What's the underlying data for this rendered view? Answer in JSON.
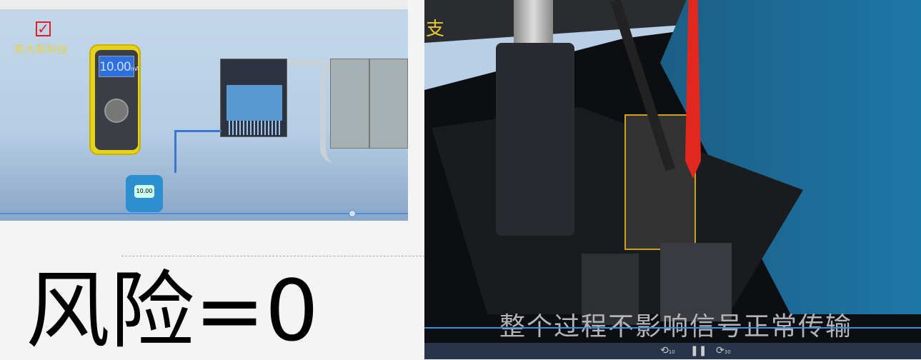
{
  "left_frame": {
    "logo_text": "新大新科技",
    "meter_reading": "10.00",
    "meter_unit": "mA",
    "transmitter_reading": "10.00"
  },
  "caption": "风险=0",
  "right_frame": {
    "corner_char": "支",
    "subtitle": "整个过程不影响信号正常传输",
    "controls": {
      "rewind": "10",
      "pause": "❚❚",
      "forward": "30"
    }
  },
  "colors": {
    "accent": "#3a8fe0",
    "logo": "#e6d24a",
    "probe_red": "#e02820"
  }
}
